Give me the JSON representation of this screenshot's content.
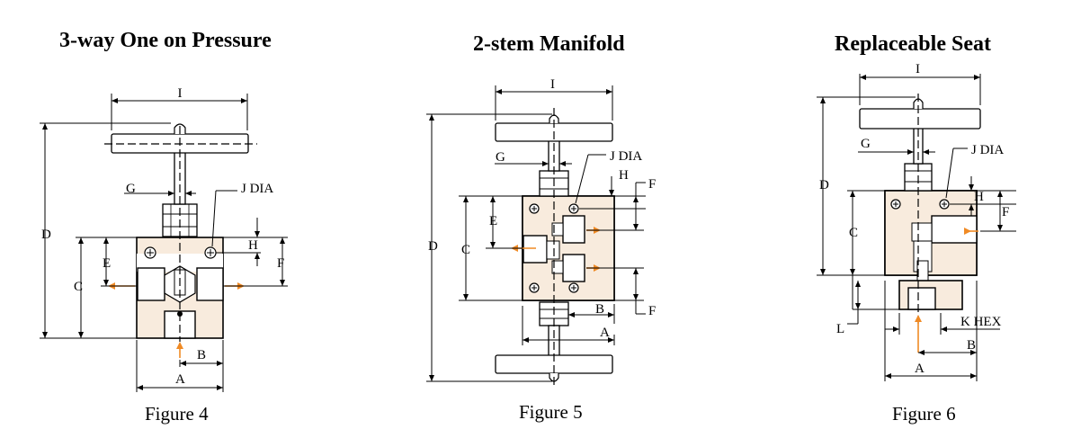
{
  "figures": [
    {
      "title": "3-way One on Pressure",
      "caption": "Figure 4",
      "labels": {
        "I": "I",
        "G": "G",
        "J": "J DIA",
        "D": "D",
        "H": "H",
        "E": "E",
        "F": "F",
        "C": "C",
        "B": "B",
        "A": "A"
      }
    },
    {
      "title": "2-stem Manifold",
      "caption": "Figure 5",
      "labels": {
        "I": "I",
        "G": "G",
        "J": "J DIA",
        "H": "H",
        "F1": "F",
        "E": "E",
        "D": "D",
        "C": "C",
        "B": "B",
        "F2": "F",
        "A": "A"
      }
    },
    {
      "title": "Replaceable Seat",
      "caption": "Figure 6",
      "labels": {
        "I": "I",
        "G": "G",
        "J": "J DIA",
        "D": "D",
        "H": "H",
        "F": "F",
        "C": "C",
        "L": "L",
        "K": "K HEX",
        "B": "B",
        "A": "A"
      }
    }
  ],
  "colors": {
    "body": "#f8ebdd",
    "flow_arrow": "#f08a24",
    "line": "#000000"
  }
}
